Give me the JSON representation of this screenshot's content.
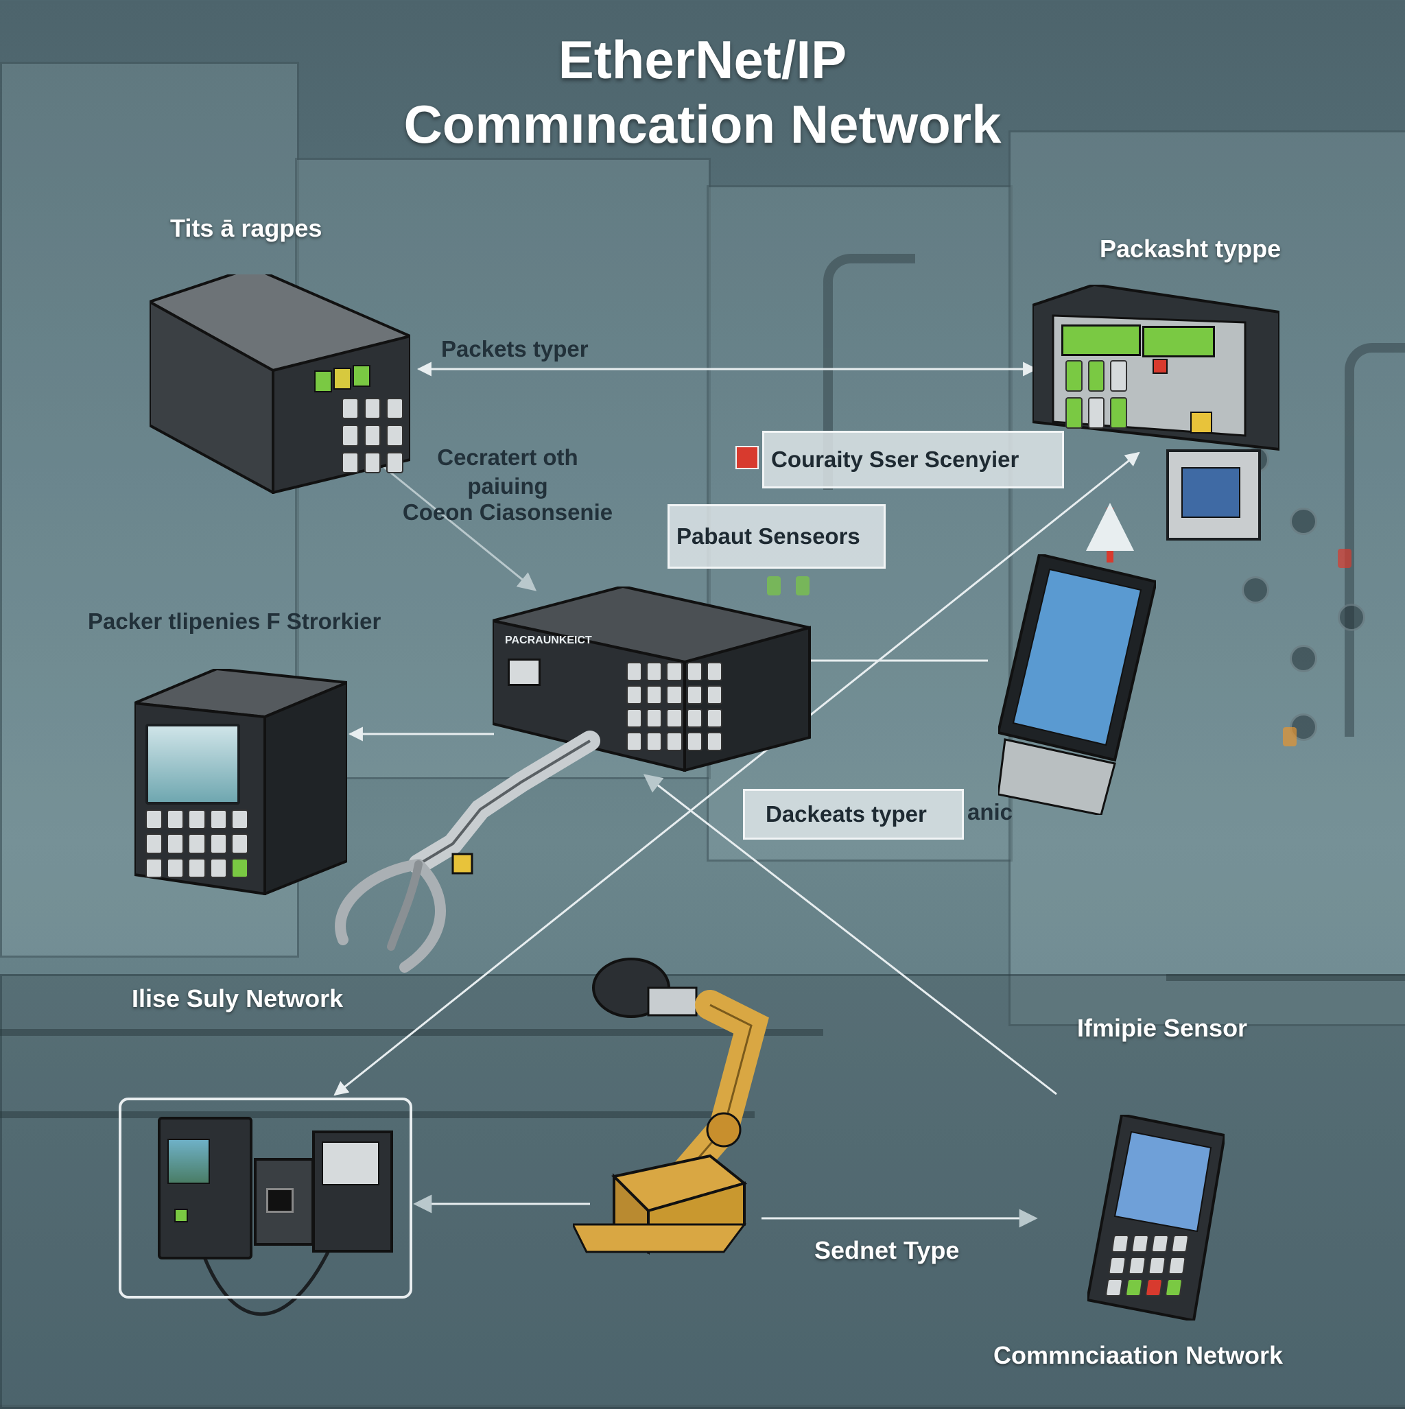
{
  "title": {
    "line1": "EtherNet/IP",
    "line2": "Commıncation Network"
  },
  "labels": {
    "top_left": "Tits ā ragpes",
    "top_right": "Packasht typpe",
    "arrow_top": "Packets typer",
    "center_note": [
      "Cecratert oth",
      "paiuing",
      "Coeon Ciasonsenie"
    ],
    "left_mid": "Packer tlipenies F Strorkier",
    "left_bottom": "Ilise Suly Network",
    "right_bottom": "Ifmipie Sensor",
    "bottom_center": "Sednet Type",
    "bottom_right": "Commnciaation Network",
    "center_device": "PACRAUNKEICT",
    "frag_anic": "anic"
  },
  "boxes": {
    "security": "Couraity Sser Scenyier",
    "sensors": "Pabaut Senseors",
    "packets": "Dackeats typer"
  },
  "colors": {
    "connector": "#e8eef0",
    "screen_green": "#7ac943",
    "robot_gold": "#d9a743",
    "alert_red": "#d83a2e",
    "label_yellow": "#e8c33a"
  },
  "icons": {
    "controller": "plc-controller-icon",
    "router": "router-icon",
    "tablet": "tablet-icon",
    "robot_arm": "robot-arm-icon",
    "gripper": "gripper-icon",
    "handheld": "handheld-terminal-icon",
    "switch": "ethernet-switch-icon"
  }
}
